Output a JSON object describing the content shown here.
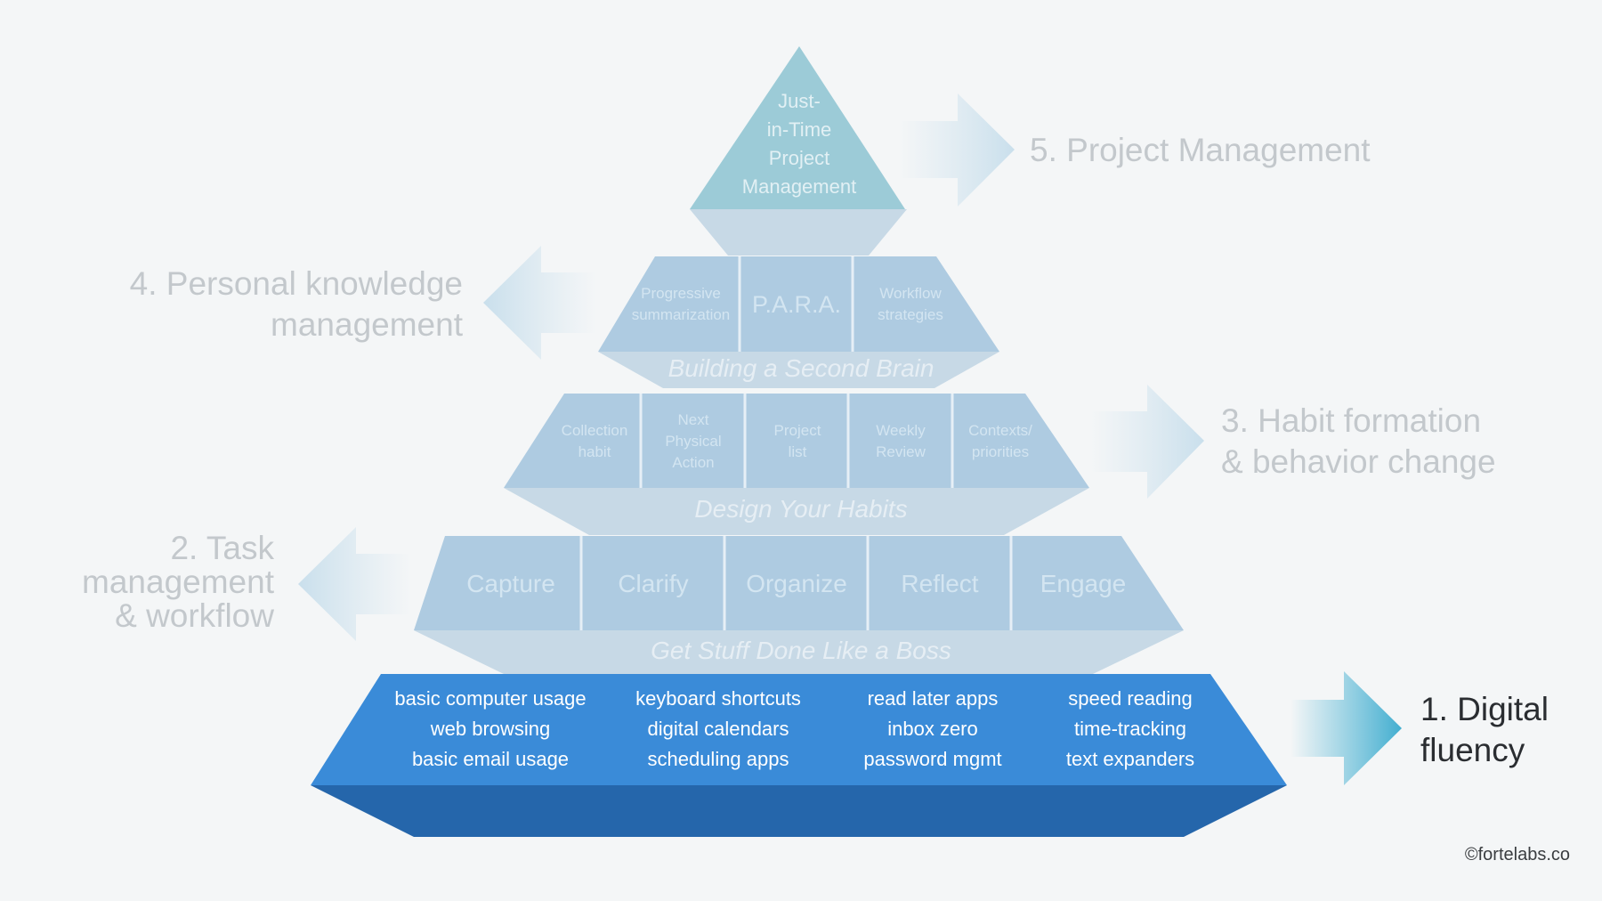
{
  "colors": {
    "background": "#f4f6f7",
    "top_face": "#9ccbd7",
    "tier_face_light": "#aecbe1",
    "tier_band_light": "#c7d9e6",
    "base_face": "#3a8bd8",
    "base_band": "#2566ab",
    "arrow_light": "#d2e4ef",
    "arrow_active": "#4bb3d3",
    "label_faded": "#c3c8cc",
    "label_active": "#2a2d31"
  },
  "pyramid": {
    "level5": {
      "lines": [
        "Just-",
        "in-Time",
        "Project",
        "Management"
      ]
    },
    "level4": {
      "cells": [
        [
          "Progressive",
          "summarization"
        ],
        [
          "P.A.R.A."
        ],
        [
          "Workflow",
          "strategies"
        ]
      ],
      "band": "Building a Second Brain"
    },
    "level3": {
      "cells": [
        [
          "Collection",
          "habit"
        ],
        [
          "Next",
          "Physical",
          "Action"
        ],
        [
          "Project",
          "list"
        ],
        [
          "Weekly",
          "Review"
        ],
        [
          "Contexts/",
          "priorities"
        ]
      ],
      "band": "Design Your Habits"
    },
    "level2": {
      "cells": [
        "Capture",
        "Clarify",
        "Organize",
        "Reflect",
        "Engage"
      ],
      "band": "Get Stuff Done Like a Boss"
    },
    "level1": {
      "columns": [
        [
          "basic computer usage",
          "web browsing",
          "basic email usage"
        ],
        [
          "keyboard shortcuts",
          "digital calendars",
          "scheduling apps"
        ],
        [
          "read later apps",
          "inbox zero",
          "password mgmt"
        ],
        [
          "speed reading",
          "time-tracking",
          "text expanders"
        ]
      ]
    }
  },
  "labels": {
    "l5": "5. Project Management",
    "l4_line1": "4. Personal knowledge",
    "l4_line2": "management",
    "l3_line1": "3. Habit formation",
    "l3_line2": "& behavior change",
    "l2_line1": "2. Task",
    "l2_line2": "management",
    "l2_line3": "& workflow",
    "l1_line1": "1. Digital",
    "l1_line2": "fluency"
  },
  "icons": {
    "arrow_l5": "arrow-right-icon",
    "arrow_l4": "arrow-left-icon",
    "arrow_l3": "arrow-right-icon",
    "arrow_l2": "arrow-left-icon",
    "arrow_l1": "arrow-right-icon"
  },
  "copyright": "©fortelabs.co"
}
